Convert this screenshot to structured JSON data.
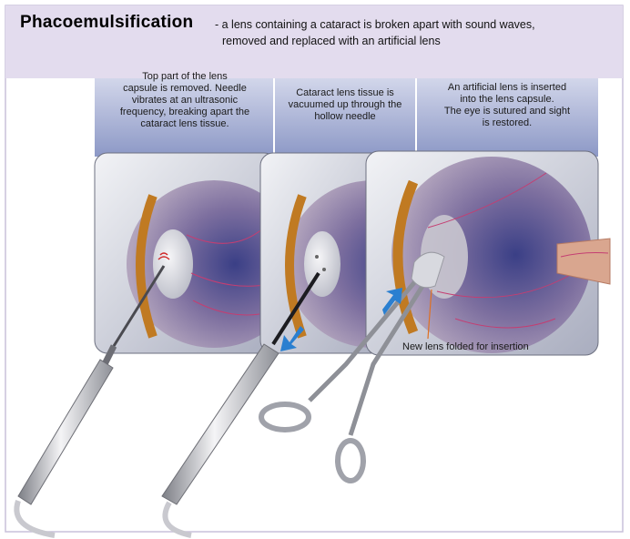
{
  "header": {
    "title": "Phacoemulsification",
    "description_line1": "- a lens containing a cataract is broken apart with sound waves,",
    "description_line2": "removed and replaced with an artificial lens"
  },
  "steps": [
    {
      "lines": [
        "Top part of the lens",
        "capsule is removed. Needle",
        "vibrates at an ultrasonic",
        "frequency, breaking apart the",
        "cataract lens tissue."
      ]
    },
    {
      "lines": [
        "Cataract lens tissue is",
        "vacuumed up through the",
        "hollow needle"
      ]
    },
    {
      "lines": [
        "An artificial lens is inserted",
        "into the lens capsule.",
        "The eye is sutured and sight",
        "is restored."
      ]
    }
  ],
  "callout": {
    "label": "New lens folded for insertion"
  },
  "colors": {
    "header_bg": "#e3dcee",
    "tab_blue": "#9aa5cc",
    "arrow_blue": "#2a7fd0",
    "callout_line": "#e07020"
  }
}
